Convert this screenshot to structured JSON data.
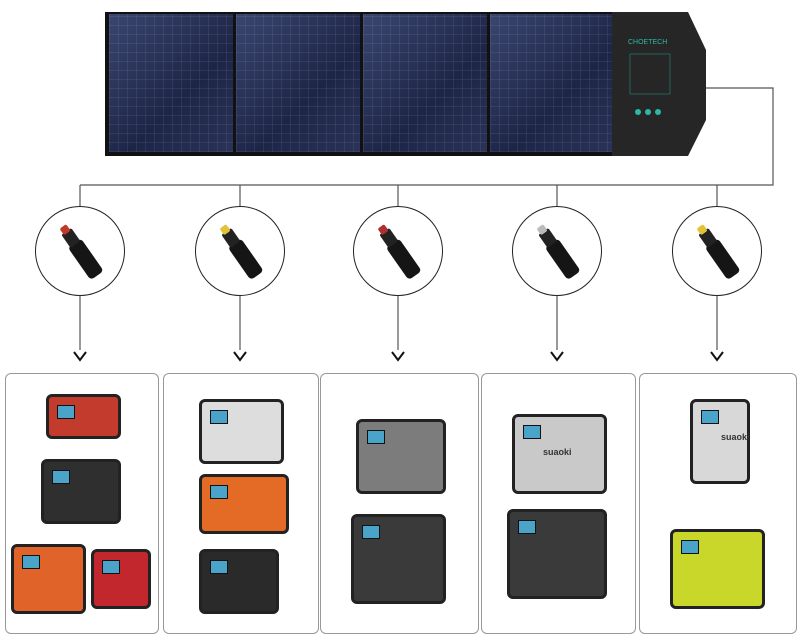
{
  "solar_panel": {
    "brand_logo": "CHOETECH",
    "panels": 4,
    "panel_color": "#1f2849",
    "tag_color": "#262626"
  },
  "connectors": [
    {
      "name": "dc-barrel-red-tip",
      "tip_color": "#c0392b"
    },
    {
      "name": "dc-barrel-yellow-tip",
      "tip_color": "#e2c23a"
    },
    {
      "name": "anderson-connector",
      "tip_color": "#b03030"
    },
    {
      "name": "dc-barrel-silver-tip",
      "tip_color": "#bbbbbb"
    },
    {
      "name": "dc-barrel-yellow-large",
      "tip_color": "#e2c23a"
    }
  ],
  "device_groups": [
    {
      "devices": [
        {
          "color": "#c23b2c"
        },
        {
          "color": "#2f2f2f"
        },
        {
          "color": "#e0642a"
        },
        {
          "color": "#c2272d"
        }
      ]
    },
    {
      "devices": [
        {
          "color": "#dddddd"
        },
        {
          "color": "#e36b25"
        },
        {
          "color": "#2a2a2a"
        }
      ]
    },
    {
      "devices": [
        {
          "color": "#7c7c7c"
        },
        {
          "color": "#3a3a3a"
        }
      ]
    },
    {
      "devices": [
        {
          "color": "#c9c9c9",
          "label": "suaoki"
        },
        {
          "color": "#3a3a3a"
        }
      ]
    },
    {
      "devices": [
        {
          "color": "#d8d8d8",
          "label": "suaoki"
        },
        {
          "color": "#c9d62a"
        }
      ]
    }
  ]
}
